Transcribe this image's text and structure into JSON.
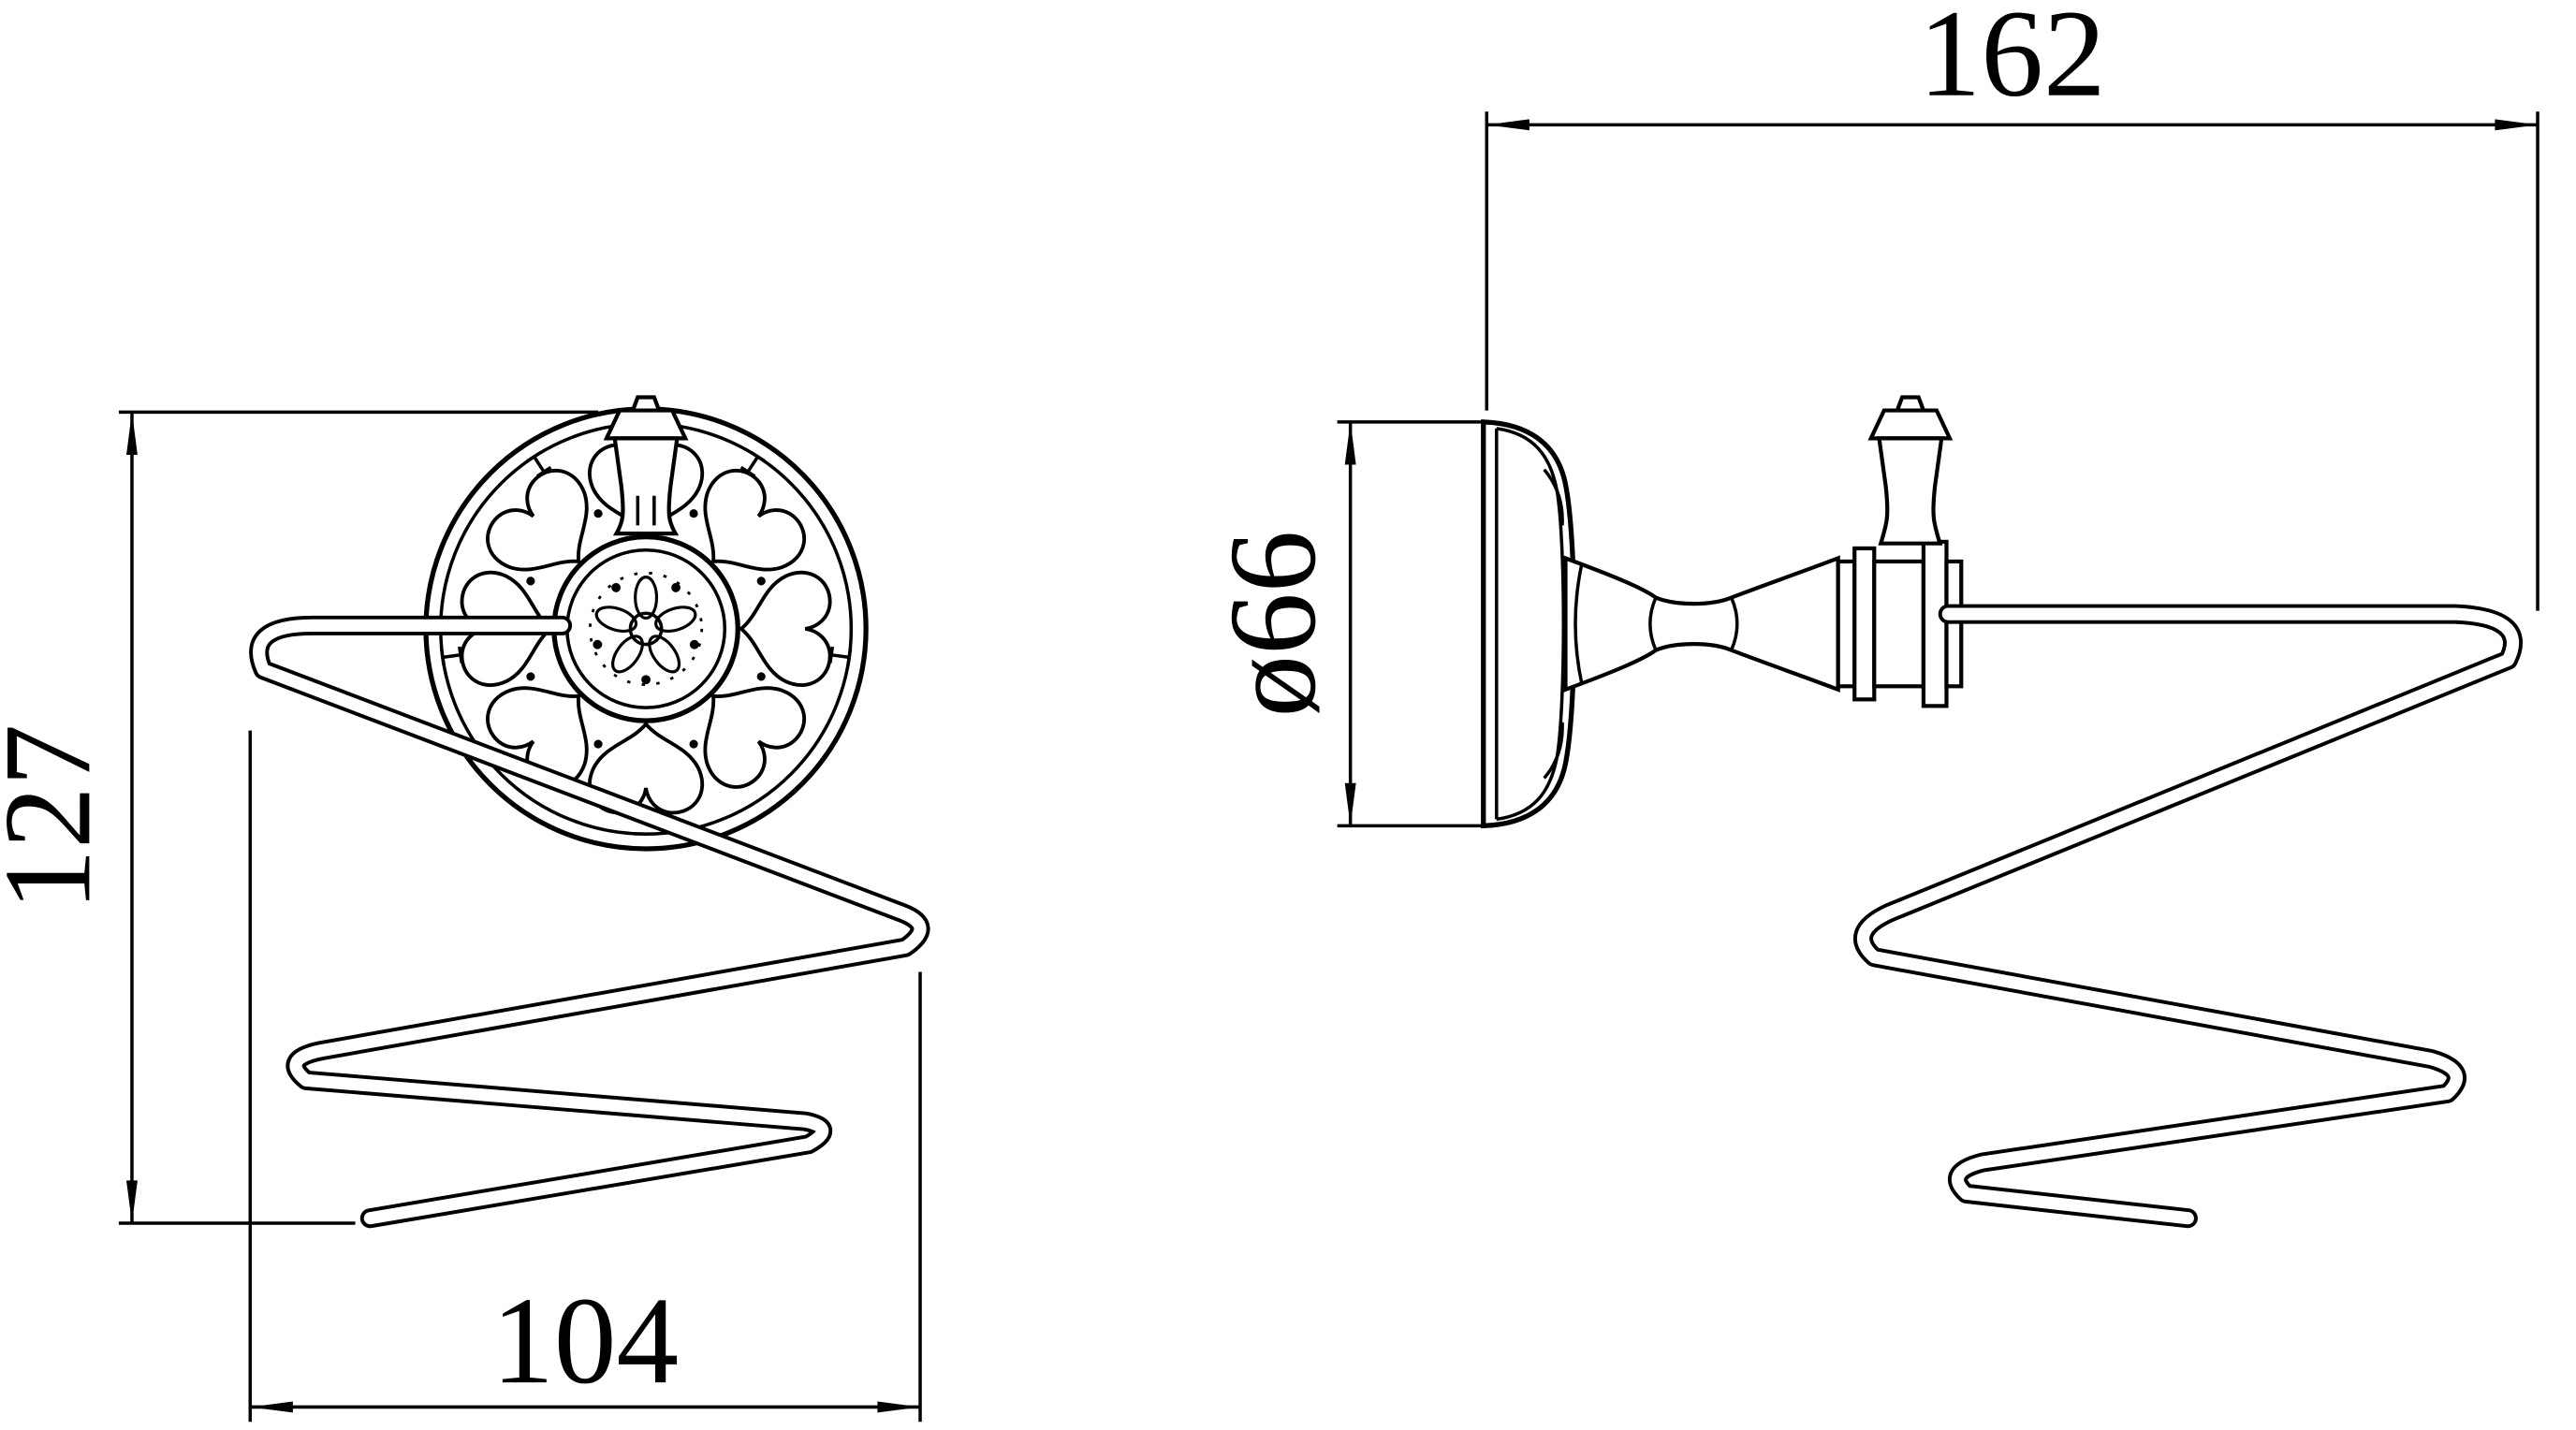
{
  "colors": {
    "background": "#ffffff",
    "line": "#000000"
  },
  "dimensions": {
    "front_height": "127",
    "front_width": "104",
    "side_width": "162",
    "flange_diameter": "ø66"
  }
}
